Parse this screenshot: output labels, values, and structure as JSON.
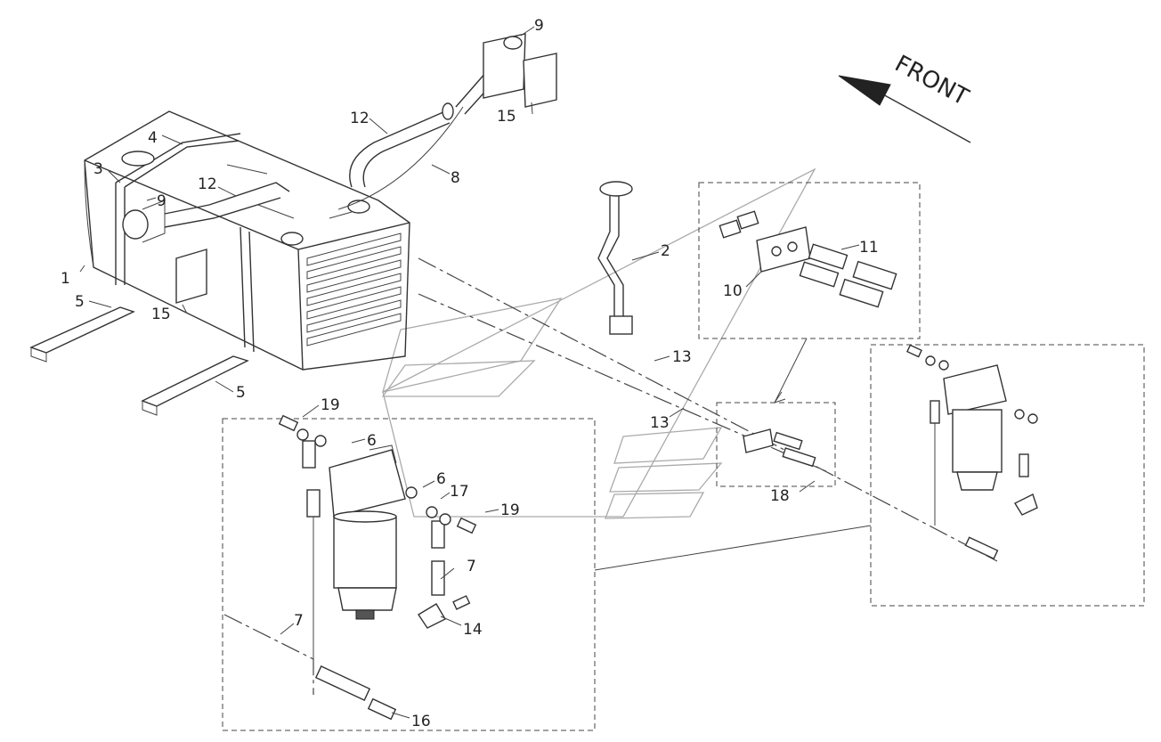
{
  "callouts": {
    "front": "FRONT",
    "c1": "1",
    "c2": "2",
    "c3": "3",
    "c4": "4",
    "c5a": "5",
    "c5b": "5",
    "c6a": "6",
    "c6b": "6",
    "c7a": "7",
    "c7b": "7",
    "c8": "8",
    "c9a": "9",
    "c9b": "9",
    "c10": "10",
    "c11": "11",
    "c12a": "12",
    "c12b": "12",
    "c13a": "13",
    "c13b": "13",
    "c14": "14",
    "c15a": "15",
    "c15b": "15",
    "c16": "16",
    "c17": "17",
    "c18": "18",
    "c19a": "19",
    "c19b": "19"
  }
}
